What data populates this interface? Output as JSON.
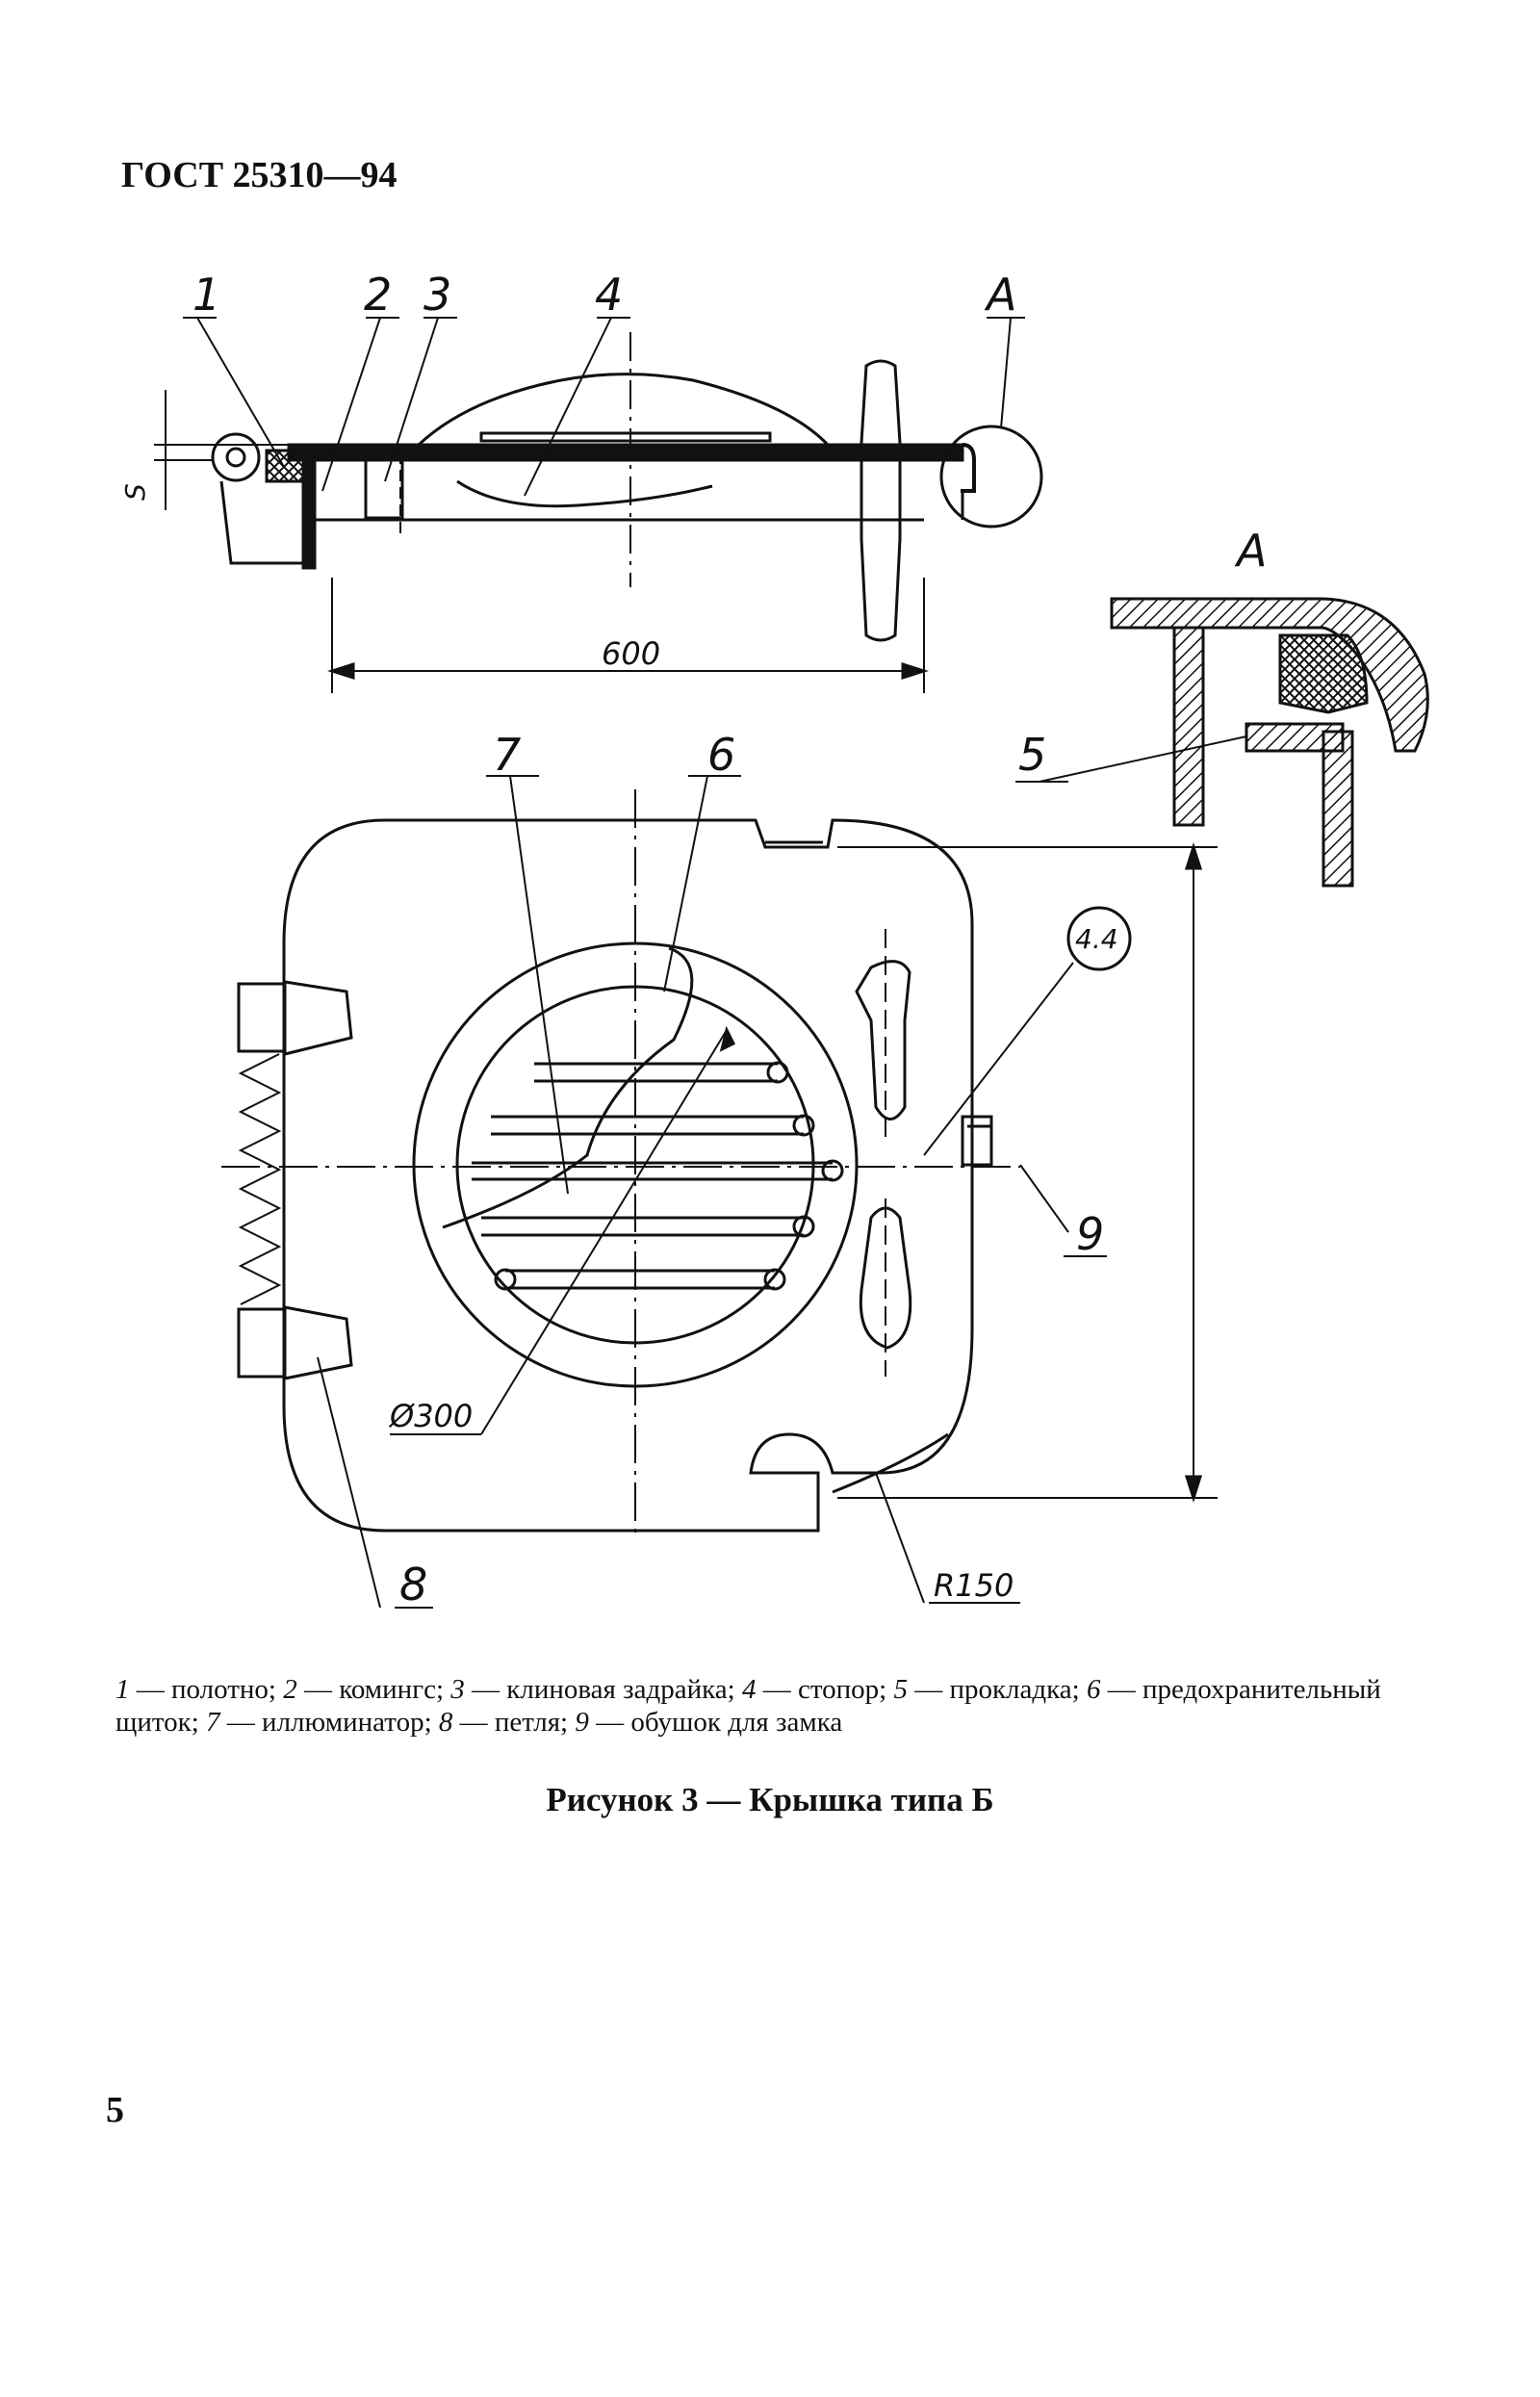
{
  "document": {
    "header": "ГОСТ 25310—94",
    "page_number": "5",
    "figure_caption": "Рисунок 3 — Крышка типа Б",
    "legend": [
      {
        "num": "1",
        "text": " — полотно; "
      },
      {
        "num": "2",
        "text": " — комингс; "
      },
      {
        "num": "3",
        "text": " — клиновая задрайка; "
      },
      {
        "num": "4",
        "text": " — стопор; "
      },
      {
        "num": "5",
        "text": " — прокладка; "
      },
      {
        "num": "6",
        "text": " — предохранительный щиток; "
      },
      {
        "num": "7",
        "text": " — иллюминатор; "
      },
      {
        "num": "8",
        "text": " — петля; "
      },
      {
        "num": "9",
        "text": " — обушок для замка"
      }
    ]
  },
  "drawing": {
    "labels": {
      "l1": "1",
      "l2": "2",
      "l3": "3",
      "l4": "4",
      "lA": "A",
      "lA2": "A",
      "l5": "5",
      "l6": "6",
      "l7": "7",
      "l8": "8",
      "l9": "9",
      "dim600": "600",
      "s": "S",
      "dia": "Ø300",
      "r150": "R150",
      "thick": "4.4"
    },
    "colors": {
      "line": "#111111",
      "background": "#ffffff"
    }
  }
}
